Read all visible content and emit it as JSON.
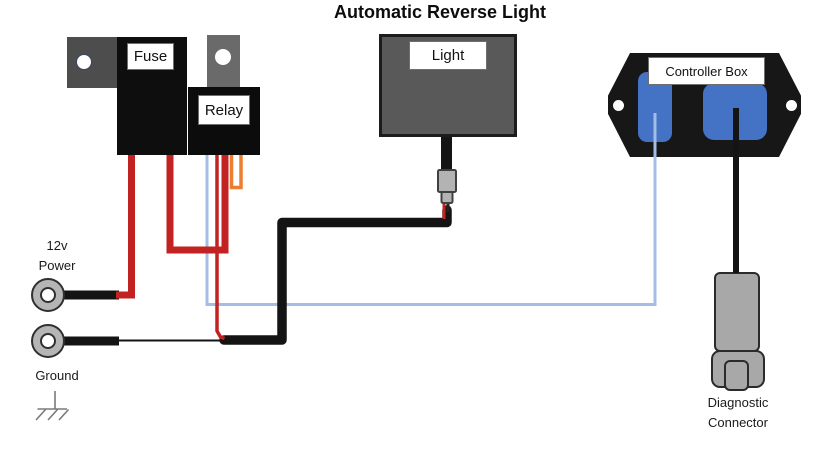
{
  "title": "Automatic Reverse Light",
  "labels": {
    "fuse": "Fuse",
    "relay": "Relay",
    "light": "Light",
    "controller": "Controller Box",
    "diagnostic_line1": "Diagnostic",
    "diagnostic_line2": "Connector",
    "power_line1": "12v",
    "power_line2": "Power",
    "ground": "Ground"
  },
  "wire_colors": {
    "power_red": "#c32222",
    "signal_blue": "#a4bde4",
    "relay_trigger_orange": "#ed7d31",
    "ground_black": "#141414"
  },
  "component_colors": {
    "fuse_bracket_gray": "#4d4d4d",
    "relay_bracket_gray": "#6a6a6a",
    "light_gray": "#595959",
    "controller_black": "#171717",
    "connector_blue": "#4472c4",
    "terminal_gray": "#b5b5b5",
    "diagnostic_gray": "#a8a8a8"
  },
  "wires": [
    {
      "from": "12v power terminal",
      "to": "fuse",
      "color": "red"
    },
    {
      "from": "fuse",
      "to": "relay",
      "color": "red"
    },
    {
      "from": "relay",
      "to": "light splice",
      "color": "red"
    },
    {
      "from": "relay",
      "to": "relay (jumper loop)",
      "color": "orange"
    },
    {
      "from": "relay",
      "to": "controller box left connector",
      "color": "light blue"
    },
    {
      "from": "light",
      "to": "ground splice",
      "color": "black"
    },
    {
      "from": "ground terminal",
      "to": "light splice",
      "color": "black"
    },
    {
      "from": "controller box right connector",
      "to": "diagnostic connector",
      "color": "black"
    }
  ]
}
